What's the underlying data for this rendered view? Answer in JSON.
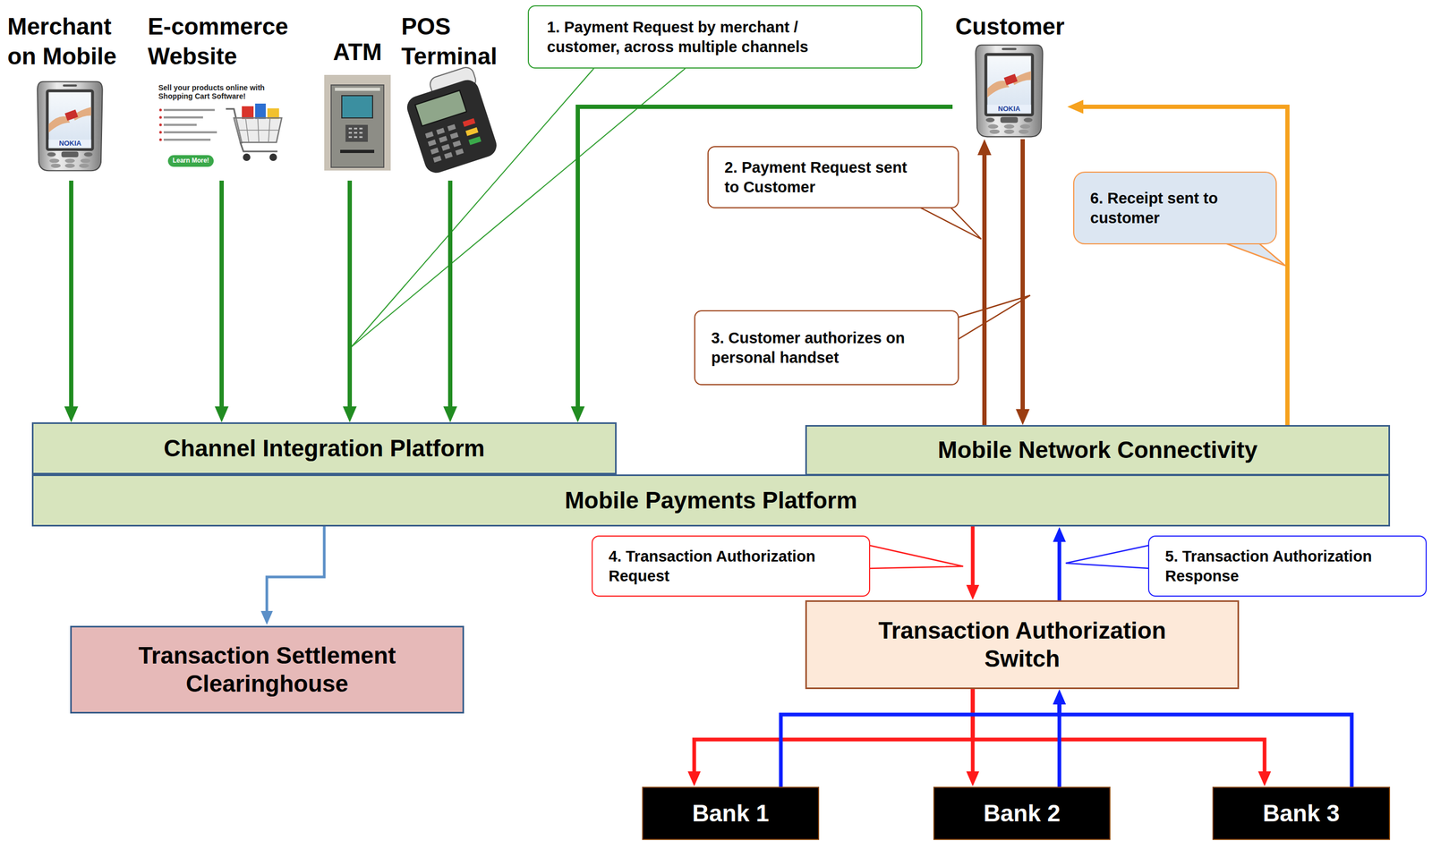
{
  "diagram": {
    "nodes": [
      {
        "text": [
          "Merchant on Mobile"
        ]
      },
      {
        "text": [
          "E-commerce Website"
        ]
      },
      {
        "text": [
          "ATM"
        ]
      },
      {
        "text": [
          "POS Terminal"
        ]
      },
      {
        "text": [
          "1. Payment Request by merchant / customer, across multiple channels"
        ]
      },
      {
        "text": [
          "Customer"
        ]
      },
      {
        "text": [
          "2. Payment Request sent to Customer"
        ]
      },
      {
        "text": [
          "6. Receipt sent to customer"
        ]
      },
      {
        "text": [
          "3. Customer authorizes on personal handset"
        ]
      },
      {
        "text": [
          "Channel Integration Platform"
        ]
      },
      {
        "text": [
          "Mobile Network Connectivity"
        ]
      },
      {
        "text": [
          "Mobile Payments Platform"
        ]
      },
      {
        "text": [
          "4. Transaction Authorization Request"
        ]
      },
      {
        "text": [
          "5. Transaction Authorization Response"
        ]
      },
      {
        "text": [
          "Transaction Authorization Switch"
        ]
      },
      {
        "text": [
          "Transaction Settlement Clearinghouse"
        ]
      },
      {
        "text": [
          "Bank 1"
        ]
      },
      {
        "text": [
          "Bank 2"
        ]
      },
      {
        "text": [
          "Bank 3"
        ]
      }
    ],
    "edges": [
      {
        "from": 0,
        "to": 9,
        "arrow": "to"
      },
      {
        "from": 1,
        "to": 9,
        "arrow": "to"
      },
      {
        "from": 2,
        "to": 9,
        "arrow": "to"
      },
      {
        "from": 3,
        "to": 9,
        "arrow": "to"
      },
      {
        "from": 5,
        "to": 9,
        "arrow": "to"
      },
      {
        "from": 10,
        "to": 5,
        "arrow": "to"
      },
      {
        "from": 5,
        "to": 10,
        "arrow": "to"
      },
      {
        "from": 10,
        "to": 5,
        "arrow": "to"
      },
      {
        "from": 11,
        "to": 15,
        "arrow": "to"
      },
      {
        "from": 11,
        "to": 14,
        "arrow": "to"
      },
      {
        "from": 14,
        "to": 11,
        "arrow": "to"
      },
      {
        "from": 14,
        "to": 16,
        "arrow": "to"
      },
      {
        "from": 14,
        "to": 17,
        "arrow": "to"
      },
      {
        "from": 14,
        "to": 18,
        "arrow": "to"
      },
      {
        "from": 16,
        "to": 14,
        "arrow": "to"
      },
      {
        "from": 17,
        "to": 14,
        "arrow": "to"
      },
      {
        "from": 18,
        "to": 14,
        "arrow": "to"
      }
    ],
    "labels": [
      "NOKIA",
      "Sell your products online with Shopping Cart Software!",
      "Learn More!",
      "NOKIA"
    ]
  }
}
